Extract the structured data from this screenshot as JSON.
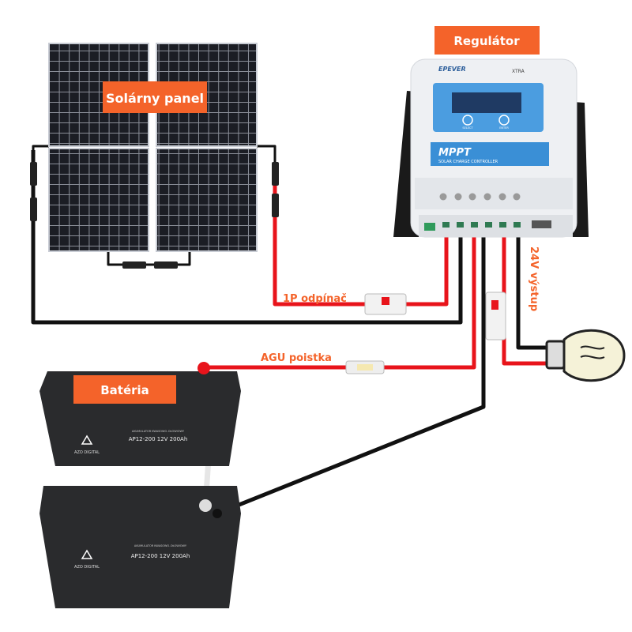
{
  "labels": {
    "solar_panel": "Solárny panel",
    "controller": "Regulátor",
    "disconnector": "1P odpínač",
    "fuse": "AGU poistka",
    "battery": "Batéria",
    "output": "24V výstup"
  },
  "controller": {
    "brand": "EPEVER",
    "model": "XTRA",
    "title": "MPPT",
    "subtitle": "SOLAR CHARGE CONTROLLER",
    "button_left": "SELECT",
    "button_right": "ENTER"
  },
  "battery": {
    "brand": "AZO DIGITAL",
    "type_line": "AKUMULATOR KWASOWO-OŁOWIOWY",
    "model": "AP12-200 12V 200Ah"
  },
  "colors": {
    "label_bg": "#f4632a",
    "wire_positive": "#e8141b",
    "wire_negative": "#111111",
    "controller_blue": "#3a8fd6"
  }
}
